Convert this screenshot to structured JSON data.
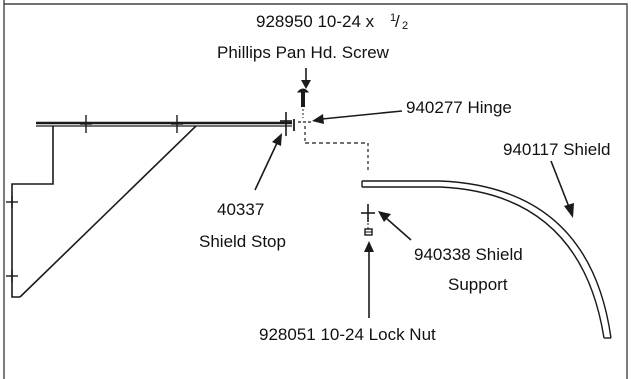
{
  "labels": {
    "screw_line1": "928950 10-24 x",
    "screw_fraction_num": "1",
    "screw_fraction_den": "2",
    "screw_line2": "Phillips Pan Hd. Screw",
    "hinge": "940277 Hinge",
    "shield": "940117 Shield",
    "stop_line1": "40337",
    "stop_line2": "Shield Stop",
    "support_line1": "940338 Shield",
    "support_line2": "Support",
    "lock_nut": "928051 10-24 Lock Nut"
  },
  "colors": {
    "ink": "#1a1a1a",
    "border": "#444444",
    "background": "#ffffff"
  }
}
